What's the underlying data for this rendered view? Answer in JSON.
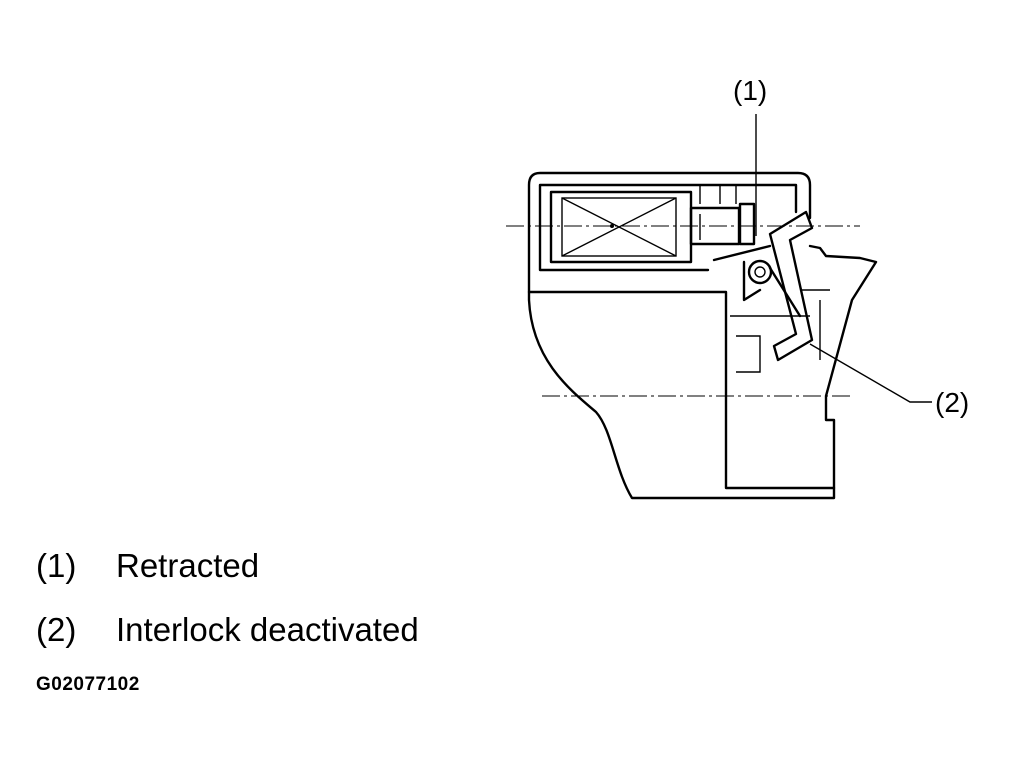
{
  "diagram": {
    "callouts": [
      "(1)",
      "(2)"
    ]
  },
  "legend": [
    {
      "number": "(1)",
      "text": "Retracted"
    },
    {
      "number": "(2)",
      "text": "Interlock deactivated"
    }
  ],
  "figure_code": "G02077102"
}
